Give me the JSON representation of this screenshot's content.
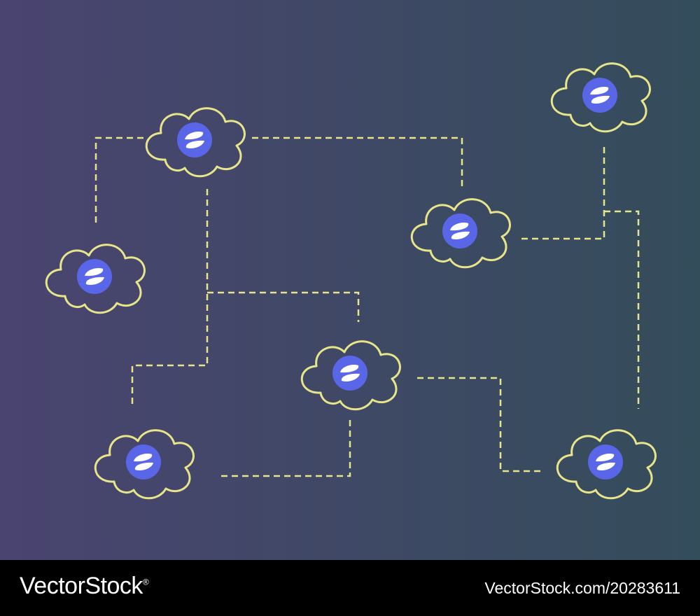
{
  "colors": {
    "background_start": "#4a4470",
    "background_end": "#344d5b",
    "cloud_stroke": "#e8e48a",
    "node_fill": "#5a66e8",
    "glyph_fill": "#ffffff",
    "connector": "#e8e48a",
    "footer_bg": "#000000",
    "footer_text": "#ffffff"
  },
  "diagram": {
    "nodes": [
      {
        "id": "node-top-left",
        "icon": "status-coin-icon"
      },
      {
        "id": "node-left",
        "icon": "status-coin-icon"
      },
      {
        "id": "node-center-right",
        "icon": "status-coin-icon"
      },
      {
        "id": "node-top-right",
        "icon": "status-coin-icon"
      },
      {
        "id": "node-center",
        "icon": "status-coin-icon"
      },
      {
        "id": "node-bottom-left",
        "icon": "status-coin-icon"
      },
      {
        "id": "node-bottom-right",
        "icon": "status-coin-icon"
      }
    ],
    "connector_style": "dashed"
  },
  "footer": {
    "brand": "VectorStock",
    "brand_mark": "®",
    "image_id": "VectorStock.com/20283611"
  }
}
